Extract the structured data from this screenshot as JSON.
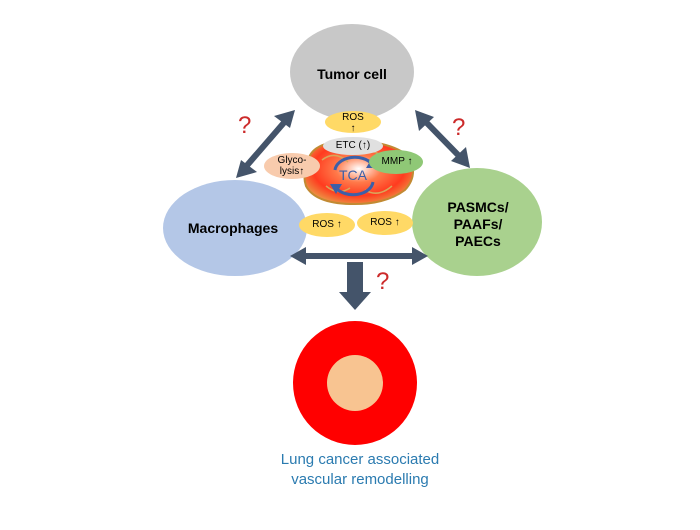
{
  "nodes": {
    "tumor_cell": "Tumor cell",
    "macrophages": "Macrophages",
    "pasmc_line1": "PASMCs/",
    "pasmc_line2": "PAAFs/",
    "pasmc_line3": "PAECs"
  },
  "mito": {
    "ros_top_line1": "ROS",
    "ros_top_line2": "↑",
    "etc": "ETC (↑)",
    "glyco_line1": "Glyco-",
    "glyco_line2": "lysis↑",
    "mmp": "MMP ↑",
    "tca": "TCA",
    "ros_left": "ROS ↑",
    "ros_right": "ROS ↑"
  },
  "questions": {
    "left": "?",
    "right": "?",
    "bottom": "?"
  },
  "caption": {
    "line1": "Lung cancer associated",
    "line2": "vascular remodelling"
  },
  "colors": {
    "tumor": "#c8c8c8",
    "macrophages": "#b4c7e7",
    "pasmc": "#a9d18e",
    "ros": "#ffd966",
    "etc": "#e0e0e0",
    "glycolysis": "#f8cbad",
    "mmp": "#8fc876",
    "arrow": "#44546a",
    "vessel_outer": "#ff0000",
    "vessel_inner": "#f8c491",
    "question": "#cc2a2a",
    "caption": "#2b7bb0"
  }
}
